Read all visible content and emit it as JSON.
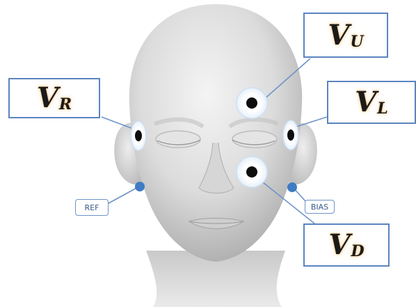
{
  "labels": {
    "v_r": {
      "main": "V",
      "sub": "R"
    },
    "v_u": {
      "main": "V",
      "sub": "U"
    },
    "v_l": {
      "main": "V",
      "sub": "L"
    },
    "v_d": {
      "main": "V",
      "sub": "D"
    },
    "ref": "REF",
    "bias": "BIAS"
  },
  "colors": {
    "box_border": "#5b84c0",
    "connector": "#6e93c8",
    "electrode_dot": "#3f7cc4",
    "text_glow": "#ffaa3c"
  }
}
